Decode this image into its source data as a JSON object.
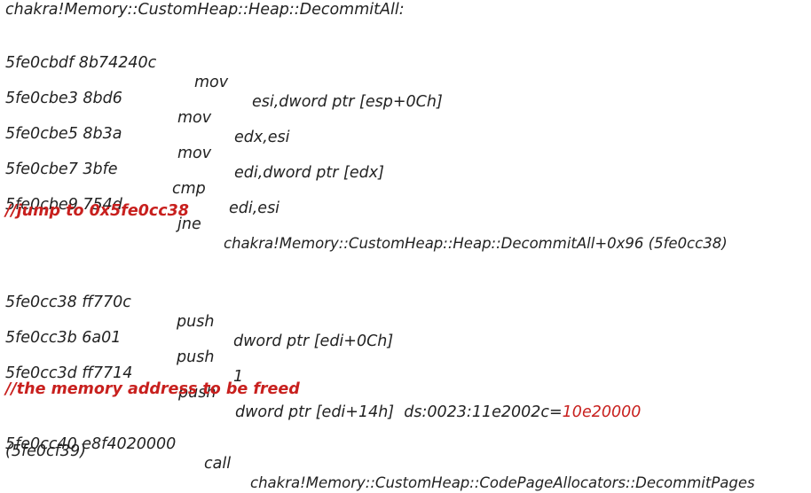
{
  "function_label": "chakra!Memory::CustomHeap::Heap::DecommitAll:",
  "block1": [
    {
      "addr": "5fe0cbdf 8b74240c",
      "op": "mov",
      "args": "esi,dword ptr [esp+0Ch]"
    },
    {
      "addr": "5fe0cbe3 8bd6",
      "op": "mov",
      "args": "edx,esi"
    },
    {
      "addr": "5fe0cbe5 8b3a",
      "op": "mov",
      "args": "edi,dword ptr [edx]"
    },
    {
      "addr": "5fe0cbe7 3bfe",
      "op": "cmp",
      "args": "edi,esi"
    },
    {
      "addr": "5fe0cbe9 754d",
      "op": "jne",
      "args": "chakra!Memory::CustomHeap::Heap::DecommitAll+0x96 (5fe0cc38)"
    }
  ],
  "comment1": "//jump to 0x5fe0cc38",
  "block2": [
    {
      "addr": "5fe0cc38 ff770c",
      "op": "push",
      "args": "dword ptr [edi+0Ch]"
    },
    {
      "addr": "5fe0cc3b 6a01",
      "op": "push",
      "args": "1"
    },
    {
      "addr": "5fe0cc3d ff7714",
      "op": "push",
      "args": "dword ptr [edi+14h]  ds:0023:11e2002c=",
      "highlight": "10e20000"
    }
  ],
  "comment2": "//the memory address to be freed",
  "call_line": {
    "addr": "5fe0cc40 e8f4020000",
    "op": "call",
    "args": "chakra!Memory::CustomHeap::CodePageAllocators::DecommitPages",
    "continuation": "(5fe0cf39)"
  },
  "colors": {
    "comment": "#c8201e",
    "text": "#222222",
    "highlight": "#c8201e"
  }
}
